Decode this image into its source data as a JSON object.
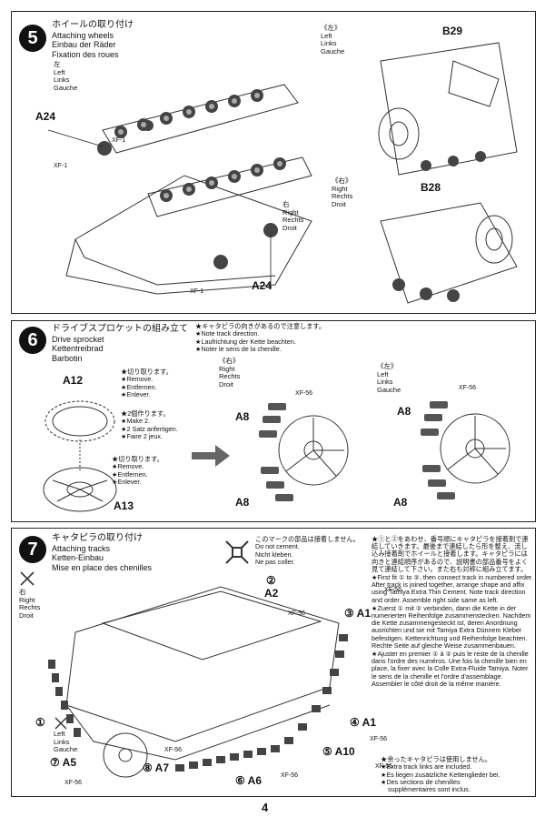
{
  "steps": {
    "s5": {
      "num": "5",
      "title_jp": "ホイールの取り付け",
      "title_en": "Attaching wheels",
      "title_de": "Einbau der Räder",
      "title_fr": "Fixation des roues",
      "left_jp": "左",
      "left_en": "Left",
      "left_de": "Links",
      "left_fr": "Gauche",
      "left2_jp": "《左》",
      "left2_en": "Left",
      "left2_de": "Links",
      "left2_fr": "Gauche",
      "right_jp": "右",
      "right_en": "Right",
      "right_de": "Rechts",
      "right_fr": "Droit",
      "right2_jp": "《右》",
      "right2_en": "Right",
      "right2_de": "Rechts",
      "right2_fr": "Droit",
      "part_a24": "A24",
      "part_a24b": "A24",
      "part_b29": "B29",
      "part_b28": "B28",
      "xf1": "XF-1",
      "xf1b": "XF-1",
      "xf1c": "XF-1"
    },
    "s6": {
      "num": "6",
      "title_jp": "ドライブスプロケットの組み立て",
      "title_en": "Drive sprocket",
      "title_de": "Kettentreibrad",
      "title_fr": "Barbotin",
      "cut1_jp": "★切り取ります。",
      "cut1_en": "★Remove.",
      "cut1_de": "★Entfernen.",
      "cut1_fr": "★Enlever.",
      "make2_jp": "★2個作ります。",
      "make2_en": "★Make 2.",
      "make2_de": "★2 Satz anfertigen.",
      "make2_fr": "★Faire 2 jeux.",
      "cut2_jp": "★切り取ります。",
      "cut2_en": "★Remove.",
      "cut2_de": "★Entfernen.",
      "cut2_fr": "★Enlever.",
      "note_jp": "★キャタピラの向きがあるので注意します。",
      "note_en": "★Note track direction.",
      "note_de": "★Laufrichtung der Kette beachten.",
      "note_fr": "★Noter le sens de la chenille.",
      "right_jp": "《右》",
      "right_en": "Right",
      "right_de": "Rechts",
      "right_fr": "Droit",
      "left_jp": "《左》",
      "left_en": "Left",
      "left_de": "Links",
      "left_fr": "Gauche",
      "a12": "A12",
      "a13": "A13",
      "a8_1": "A8",
      "a8_2": "A8",
      "a8_3": "A8",
      "a8_4": "A8",
      "xf56_1": "XF-56",
      "xf56_2": "XF-56"
    },
    "s7": {
      "num": "7",
      "title_jp": "キャタピラの取り付け",
      "title_en": "Attaching tracks",
      "title_de": "Ketten-Einbau",
      "title_fr": "Mise en place des chenilles",
      "nocement_jp": "このマークの部品は接着しません。",
      "nocement_en": "Do not cement.",
      "nocement_de": "Nicht kleben.",
      "nocement_fr": "Ne pas coller.",
      "right_jp": "右",
      "right_en": "Right",
      "right_de": "Rechts",
      "right_fr": "Droit",
      "left_en": "Left",
      "left_de": "Links",
      "left_fr": "Gauche",
      "c1": "①",
      "c2": "②",
      "c3": "③",
      "c4": "④",
      "c5": "⑤",
      "c6": "⑥",
      "c7": "⑦",
      "c8": "⑧",
      "a1": "A1",
      "a1b": "A1",
      "a2": "A2",
      "a5": "A5",
      "a6": "A6",
      "a7": "A7",
      "a10": "A10",
      "xf56_a": "XF-56",
      "xf56_b": "XF-56",
      "xf56_c": "XF-56",
      "xf56_d": "XF-56",
      "xf56_e": "XF-56",
      "xf56_f": "XF-56",
      "xf56_g": "XF-56",
      "p_jp1": "★①と②をあわせ、番号順にキャタピラを接着剤で連結していきます。最後まで連結したら形を整え、流し込み接着剤でホイールと接着します。キャタピラには向きと連結順序があるので、説明書の部品番号をよく見て連結して下さい。また右も対称に組み立てます。",
      "p_en": "★First fit ① to ②, then connect track in numbered order. After track is joined together, arrange shape and affix using Tamiya Extra Thin Cement. Note track direction and order. Assemble right side same as left.",
      "p_de": "★Zuerst ① mit ② verbinden, dann die Kette in der numerierten Reihenfolge zusammenstecken. Nachdem die Kette zusammengesteckt ist, deren Anordnung ausrichten und sie mit Tamiya Extra Dünnem Kleber befestigen. Kettenrichtung und Reihenfolge beachten. Rechte Seite auf gleiche Weise zusammenbauen.",
      "p_fr": "★Ajuster en premier ① à ② puis le reste de la chenille dans l'ordre des numéros. Une fois la chenille bien en place, la fixer avec la Colle Extra-Fluide Tamiya. Noter le sens de la chenille et l'ordre d'assemblage. Assembler le côté droit de la même manière.",
      "extra_jp": "★余ったキャタピラは使用しません。",
      "extra_en": "★Extra track links are included.",
      "extra_de": "★Es liegen zusätzliche Kettenglieder bei.",
      "extra_fr1": "★Des sections de chenilles",
      "extra_fr2": "supplémentaires sont inclus."
    }
  },
  "page_number": "4",
  "colors": {
    "ink": "#111111",
    "panel_border": "#222222",
    "art_gray": "#555555"
  }
}
